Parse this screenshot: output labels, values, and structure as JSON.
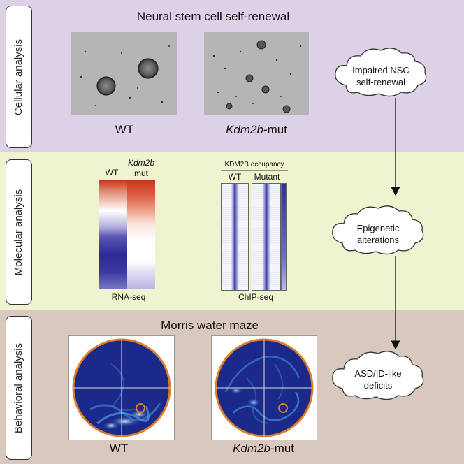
{
  "bands": {
    "cellular": {
      "label": "Cellular analysis",
      "title": "Neural stem cell self-renewal",
      "wt_label": "WT",
      "mut_gene": "Kdm2b",
      "mut_suffix": "-mut"
    },
    "molecular": {
      "label": "Molecular analysis",
      "heatmap_wt": "WT",
      "heatmap_mut_gene": "Kdm2b",
      "heatmap_mut_line2": "mut",
      "rnaseq_label": "RNA-seq",
      "chip_title": "KDM2B occupancy",
      "chip_wt": "WT",
      "chip_mutant": "Mutant",
      "chipseq_label": "ChIP-seq"
    },
    "behavioral": {
      "label": "Behavioral analysis",
      "title": "Morris water maze",
      "wt_label": "WT",
      "mut_gene": "Kdm2b",
      "mut_suffix": "-mut"
    }
  },
  "outcomes": {
    "cloud1_line1": "Impaired NSC",
    "cloud1_line2": "self-renewal",
    "cloud2_line1": "Epigenetic",
    "cloud2_line2": "alterations",
    "cloud3_line1": "ASD/ID-like",
    "cloud3_line2": "deficits"
  },
  "colors": {
    "cellular_bg": "#dcd1e6",
    "molecular_bg": "#eff3cf",
    "behavioral_bg": "#d8c8bd",
    "heatmap_high": "#c8361b",
    "heatmap_low": "#2c2a94",
    "maze_ring": "#e07b27",
    "maze_pool": "#1b2a8a",
    "platform": "#e07b27"
  }
}
